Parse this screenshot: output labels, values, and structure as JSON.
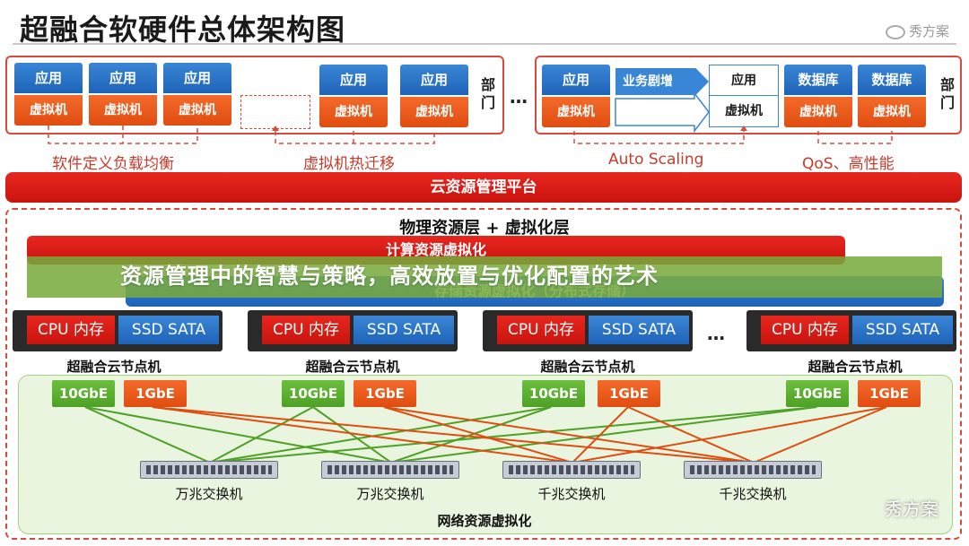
{
  "title": "超融合软硬件总体架构图",
  "watermark_top": "秀方案",
  "watermark_bottom": "秀方案",
  "left_group": {
    "units": [
      {
        "top": "应用",
        "bottom": "虚拟机"
      },
      {
        "top": "应用",
        "bottom": "虚拟机"
      },
      {
        "top": "应用",
        "bottom": "虚拟机"
      },
      {
        "top": "应用",
        "bottom": "虚拟机"
      },
      {
        "top": "应用",
        "bottom": "虚拟机"
      }
    ],
    "dept_label": "部门",
    "dots": "…",
    "caption_left": "软件定义负载均衡",
    "caption_right": "虚拟机热迁移"
  },
  "right_group": {
    "unit_first": {
      "top": "应用",
      "bottom": "虚拟机"
    },
    "arrow_label": "业务剧增",
    "scaled_unit": {
      "top": "应用",
      "bottom": "虚拟机"
    },
    "units": [
      {
        "top": "数据库",
        "bottom": "虚拟机"
      },
      {
        "top": "数据库",
        "bottom": "虚拟机"
      }
    ],
    "dept_label": "部门",
    "caption_left": "Auto Scaling",
    "caption_right": "QoS、高性能"
  },
  "platform": "云资源管理平台",
  "physical_title": "物理资源层 + 虚拟化层",
  "compute_bar": "计算资源虚拟化",
  "storage_bar": "存储资源虚拟化（分布式存储）",
  "banner": "资源管理中的智慧与策略，高效放置与优化配置的艺术",
  "nodes": [
    {
      "cpu": "CPU 内存",
      "ssd": "SSD SATA",
      "label": "超融合云节点机",
      "nic1": "10GbE",
      "nic2": "1GbE"
    },
    {
      "cpu": "CPU 内存",
      "ssd": "SSD SATA",
      "label": "超融合云节点机",
      "nic1": "10GbE",
      "nic2": "1GbE"
    },
    {
      "cpu": "CPU 内存",
      "ssd": "SSD SATA",
      "label": "超融合云节点机",
      "nic1": "10GbE",
      "nic2": "1GbE"
    },
    {
      "cpu": "CPU 内存",
      "ssd": "SSD SATA",
      "label": "超融合云节点机",
      "nic1": "10GbE",
      "nic2": "1GbE"
    }
  ],
  "node_dots": "…",
  "switches": [
    "万兆交换机",
    "万兆交换机",
    "千兆交换机",
    "千兆交换机"
  ],
  "network_title": "网络资源虚拟化",
  "colors": {
    "red": "#d84a3a",
    "blue": "#1e63b8",
    "orange": "#e04d10",
    "green": "#4ea126"
  }
}
